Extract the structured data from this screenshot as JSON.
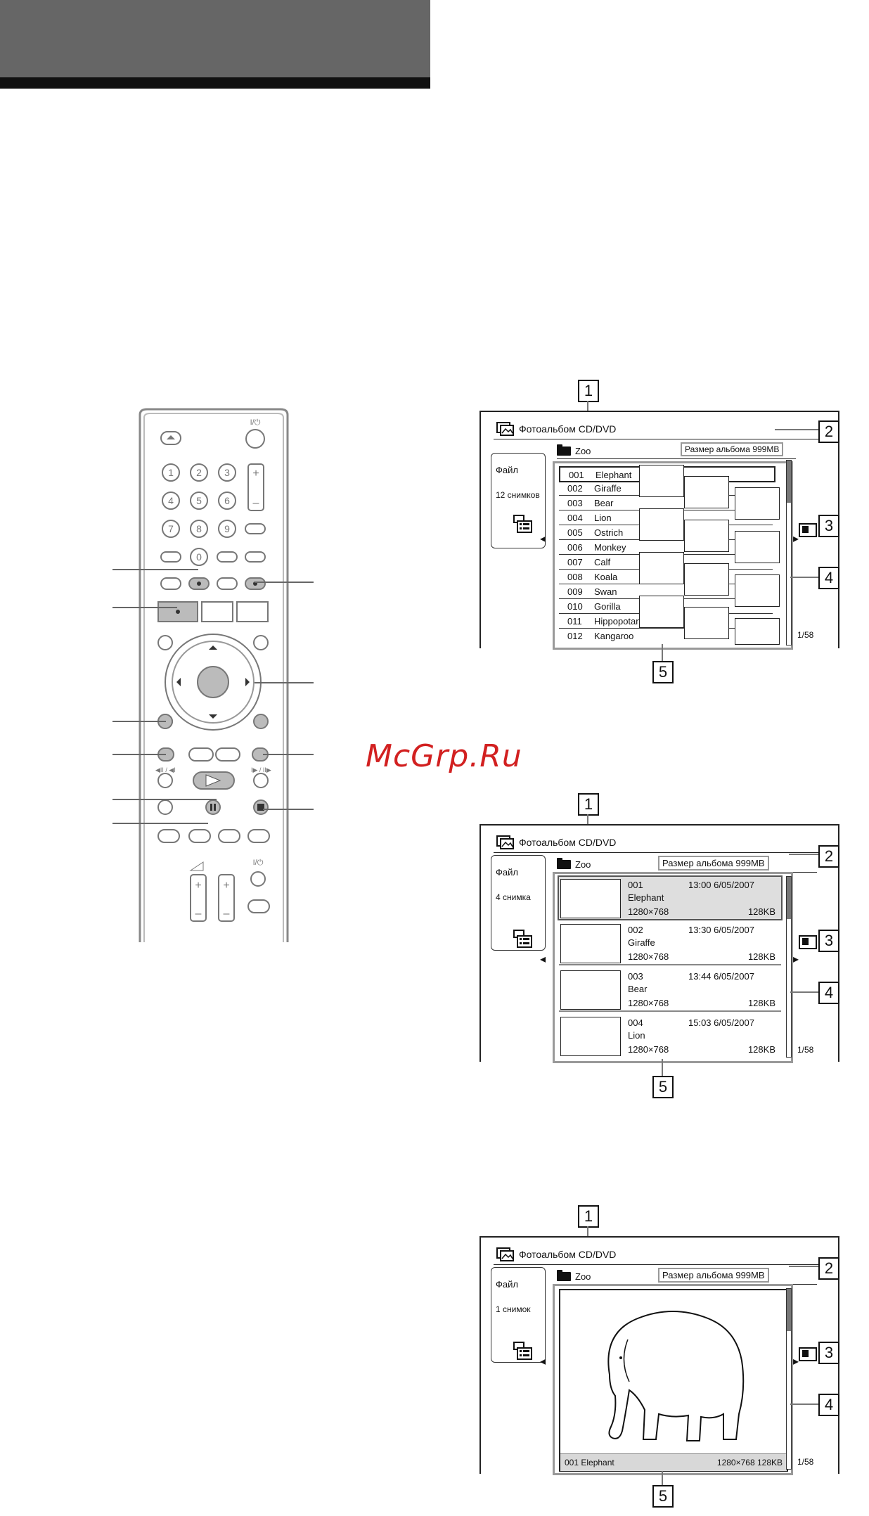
{
  "watermark": "McGrp.Ru",
  "screens": [
    {
      "title": "Фотоальбом CD/DVD",
      "folder": "Zoo",
      "size_label": "Размер альбома 999MB",
      "panel_line1": "Файл",
      "panel_line2": "12 снимков",
      "page": "1/58",
      "items": [
        {
          "num": "001",
          "name": "Elephant"
        },
        {
          "num": "002",
          "name": "Giraffe"
        },
        {
          "num": "003",
          "name": "Bear"
        },
        {
          "num": "004",
          "name": "Lion"
        },
        {
          "num": "005",
          "name": "Ostrich"
        },
        {
          "num": "006",
          "name": "Monkey"
        },
        {
          "num": "007",
          "name": "Calf"
        },
        {
          "num": "008",
          "name": "Koala"
        },
        {
          "num": "009",
          "name": "Swan"
        },
        {
          "num": "010",
          "name": "Gorilla"
        },
        {
          "num": "011",
          "name": "Hippopotamus"
        },
        {
          "num": "012",
          "name": "Kangaroo"
        }
      ]
    },
    {
      "title": "Фотоальбом CD/DVD",
      "folder": "Zoo",
      "size_label": "Размер альбома 999MB",
      "panel_line1": "Файл",
      "panel_line2": "4 снимка",
      "page": "1/58",
      "cards": [
        {
          "num": "001",
          "time": "13:00 6/05/2007",
          "name": "Elephant",
          "res": "1280×768",
          "size": "128KB"
        },
        {
          "num": "002",
          "time": "13:30 6/05/2007",
          "name": "Giraffe",
          "res": "1280×768",
          "size": "128KB"
        },
        {
          "num": "003",
          "time": "13:44 6/05/2007",
          "name": "Bear",
          "res": "1280×768",
          "size": "128KB"
        },
        {
          "num": "004",
          "time": "15:03 6/05/2007",
          "name": "Lion",
          "res": "1280×768",
          "size": "128KB"
        }
      ]
    },
    {
      "title": "Фотоальбом CD/DVD",
      "folder": "Zoo",
      "size_label": "Размер альбома 999MB",
      "panel_line1": "Файл",
      "panel_line2": "1 снимок",
      "page": "1/58",
      "caption_left": "001 Elephant",
      "caption_right": "1280×768  128KB"
    }
  ],
  "callouts": [
    "1",
    "2",
    "3",
    "4",
    "5"
  ],
  "remote": {
    "power_label": "I/⏻",
    "power_label_2": "I/⏻",
    "keypad": [
      "1",
      "2",
      "3",
      "4",
      "5",
      "6",
      "7",
      "8",
      "9",
      "0"
    ],
    "skip_back": "◀II / ◀I",
    "skip_fwd": "I▶ / II▶"
  }
}
